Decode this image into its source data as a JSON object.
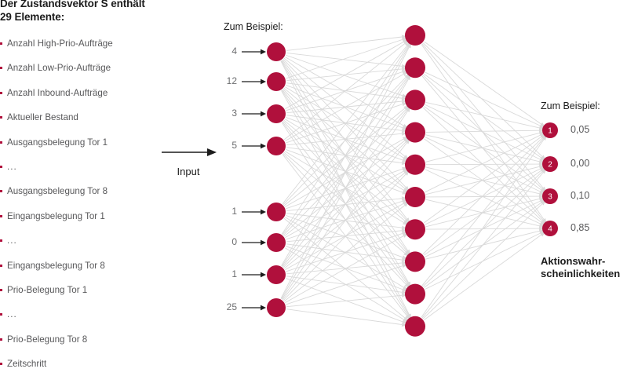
{
  "state_panel": {
    "heading": "Der Zustandsvektor S enthält\n29 Elemente:",
    "items": [
      {
        "label": "Anzahl High-Prio-Aufträge",
        "ellipsis": false
      },
      {
        "label": "Anzahl Low-Prio-Aufträge",
        "ellipsis": false
      },
      {
        "label": "Anzahl Inbound-Aufträge",
        "ellipsis": false
      },
      {
        "label": "Aktueller Bestand",
        "ellipsis": false
      },
      {
        "label": "Ausgangsbelegung Tor 1",
        "ellipsis": false
      },
      {
        "label": "...",
        "ellipsis": true
      },
      {
        "label": "Ausgangsbelegung Tor 8",
        "ellipsis": false
      },
      {
        "label": "Eingangsbelegung Tor 1",
        "ellipsis": false
      },
      {
        "label": "...",
        "ellipsis": true
      },
      {
        "label": "Eingangsbelegung Tor 8",
        "ellipsis": false
      },
      {
        "label": "Prio-Belegung Tor 1",
        "ellipsis": false
      },
      {
        "label": "...",
        "ellipsis": true
      },
      {
        "label": "Prio-Belegung Tor 8",
        "ellipsis": false
      },
      {
        "label": "Zeitschritt",
        "ellipsis": false
      }
    ]
  },
  "input_arrow": {
    "label": "Input"
  },
  "input_layer": {
    "caption": "Zum Beispiel:",
    "values": [
      "4",
      "12",
      "3",
      "5",
      "1",
      "0",
      "1",
      "25"
    ]
  },
  "output_layer": {
    "caption": "Zum Beispiel:",
    "nodes": [
      {
        "index": "1",
        "value": "0,05"
      },
      {
        "index": "2",
        "value": "0,00"
      },
      {
        "index": "3",
        "value": "0,10"
      },
      {
        "index": "4",
        "value": "0,85"
      }
    ],
    "caption_bottom": "Aktionswahr-\nscheinlichkeiten"
  },
  "network": {
    "node_color": "#b0103c",
    "edge_color": "#d9d9d9",
    "arrow_color": "#1c1c1c",
    "hidden_layer_1_count": 10,
    "hidden_layer_2_count": 10,
    "input_node_count": 8,
    "output_node_count": 4
  }
}
